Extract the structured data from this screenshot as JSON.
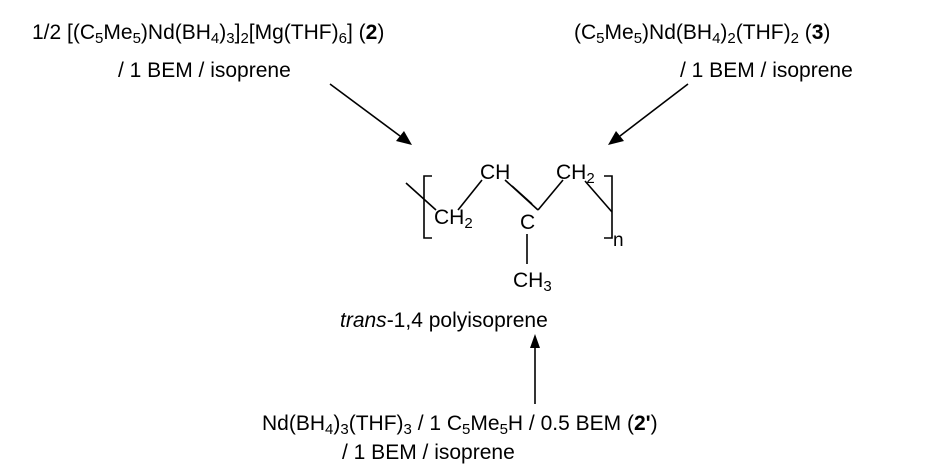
{
  "catalyst_2": {
    "line1": {
      "parts": [
        {
          "t": "1/2 [(C",
          "s": "n"
        },
        {
          "t": "5",
          "s": "sub"
        },
        {
          "t": "Me",
          "s": "n"
        },
        {
          "t": "5",
          "s": "sub"
        },
        {
          "t": ")Nd(BH",
          "s": "n"
        },
        {
          "t": "4",
          "s": "sub"
        },
        {
          "t": ")",
          "s": "n"
        },
        {
          "t": "3",
          "s": "sub"
        },
        {
          "t": "]",
          "s": "n"
        },
        {
          "t": "2",
          "s": "sub"
        },
        {
          "t": "[Mg(THF)",
          "s": "n"
        },
        {
          "t": "6",
          "s": "sub"
        },
        {
          "t": "] (",
          "s": "n"
        },
        {
          "t": "2",
          "s": "b"
        },
        {
          "t": ")",
          "s": "n"
        }
      ]
    },
    "line2": "/ 1 BEM / isoprene"
  },
  "catalyst_3": {
    "line1": {
      "parts": [
        {
          "t": "(C",
          "s": "n"
        },
        {
          "t": "5",
          "s": "sub"
        },
        {
          "t": "Me",
          "s": "n"
        },
        {
          "t": "5",
          "s": "sub"
        },
        {
          "t": ")Nd(BH",
          "s": "n"
        },
        {
          "t": "4",
          "s": "sub"
        },
        {
          "t": ")",
          "s": "n"
        },
        {
          "t": "2",
          "s": "sub"
        },
        {
          "t": "(THF)",
          "s": "n"
        },
        {
          "t": "2",
          "s": "sub"
        },
        {
          "t": " (",
          "s": "n"
        },
        {
          "t": "3",
          "s": "b"
        },
        {
          "t": ")",
          "s": "n"
        }
      ]
    },
    "line2": "/ 1 BEM / isoprene"
  },
  "catalyst_2prime": {
    "line1": {
      "parts": [
        {
          "t": "Nd(BH",
          "s": "n"
        },
        {
          "t": "4",
          "s": "sub"
        },
        {
          "t": ")",
          "s": "n"
        },
        {
          "t": "3",
          "s": "sub"
        },
        {
          "t": "(THF)",
          "s": "n"
        },
        {
          "t": "3",
          "s": "sub"
        },
        {
          "t": " / 1 C",
          "s": "n"
        },
        {
          "t": "5",
          "s": "sub"
        },
        {
          "t": "Me",
          "s": "n"
        },
        {
          "t": "5",
          "s": "sub"
        },
        {
          "t": "H / 0.5 BEM (",
          "s": "n"
        },
        {
          "t": "2'",
          "s": "b"
        },
        {
          "t": ")",
          "s": "n"
        }
      ]
    },
    "line2": "/ 1 BEM / isoprene"
  },
  "structure": {
    "ch": "CH",
    "ch2_top": {
      "main": "CH",
      "sub": "2"
    },
    "ch2_left": {
      "main": "CH",
      "sub": "2"
    },
    "c_center": "C",
    "ch3": {
      "main": "CH",
      "sub": "3"
    },
    "repeat_n": "n"
  },
  "product": {
    "prefix": "trans",
    "rest": "-1,4 polyisoprene"
  }
}
